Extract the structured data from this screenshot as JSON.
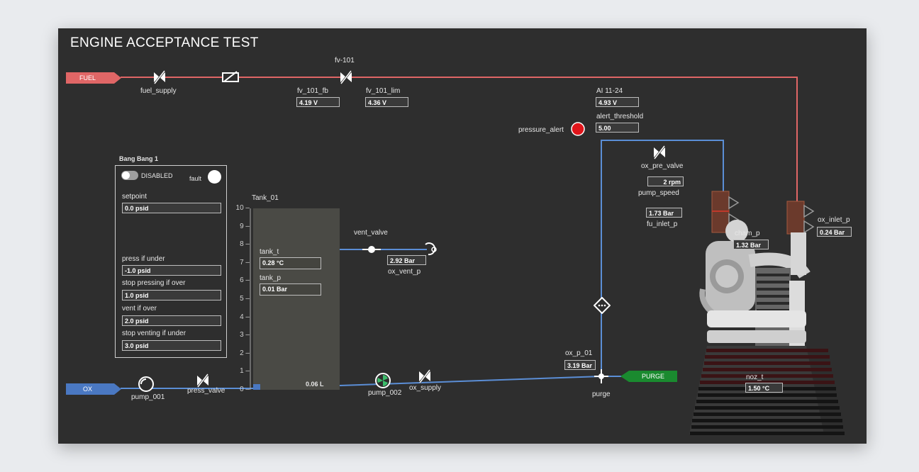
{
  "title": "ENGINE ACCEPTANCE TEST",
  "fuel_tag": "FUEL",
  "ox_tag": "OX",
  "purge_tag": "PURGE",
  "colors": {
    "fuel_line": "#e06666",
    "ox_line": "#5b8ed6",
    "purge": "#1a8a2f",
    "alert": "#e0151b",
    "panel": "#2e2e2e"
  },
  "fuel_line": {
    "fuel_supply": "fuel_supply",
    "fv101": "fv-101",
    "fv101_fb": {
      "label": "fv_101_fb",
      "value": "4.19 V"
    },
    "fv101_lim": {
      "label": "fv_101_lim",
      "value": "4.36 V"
    }
  },
  "alerts": {
    "ai_label": "AI 11-24",
    "ai_value": "4.93 V",
    "threshold_label": "alert_threshold",
    "threshold_value": "5.00",
    "pressure_alert": "pressure_alert"
  },
  "bangbang": {
    "title": "Bang Bang 1",
    "toggle": "DISABLED",
    "fault": "fault",
    "setpoint_label": "setpoint",
    "setpoint": "0.0 psid",
    "press_under_label": "press if under",
    "press_under": "-1.0 psid",
    "stop_press_label": "stop pressing if over",
    "stop_press": "1.0 psid",
    "vent_if_label": "vent if over",
    "vent_if": "2.0 psid",
    "stop_vent_label": "stop venting if under",
    "stop_vent": "3.0 psid"
  },
  "tank": {
    "name": "Tank_01",
    "ticks": [
      "10",
      "9",
      "8",
      "7",
      "6",
      "5",
      "4",
      "3",
      "2",
      "1",
      "0"
    ],
    "level": "0.06 L",
    "tank_t_label": "tank_t",
    "tank_t": "0.28 °C",
    "tank_p_label": "tank_p",
    "tank_p": "0.01 Bar"
  },
  "vent": {
    "valve": "vent_valve",
    "p_label": "ox_vent_p",
    "p_value": "2.92 Bar"
  },
  "ox_line": {
    "pump_001": "pump_001",
    "press_valve": "press_valve",
    "pump_002": "pump_002",
    "ox_supply": "ox_supply",
    "ox_p_label": "ox_p_01",
    "ox_p_value": "3.19 Bar",
    "purge": "purge"
  },
  "engine": {
    "ox_pre_valve": "ox_pre_valve",
    "pump_speed_value": "2 rpm",
    "pump_speed_label": "pump_speed",
    "fu_inlet_value": "1.73 Bar",
    "fu_inlet_label": "fu_inlet_p",
    "ox_inlet_label": "ox_inlet_p",
    "ox_inlet_value": "0.24 Bar",
    "cham_label": "cham_p",
    "cham_value": "1.32 Bar",
    "noz_label": "noz_t",
    "noz_value": "1.50 °C"
  }
}
